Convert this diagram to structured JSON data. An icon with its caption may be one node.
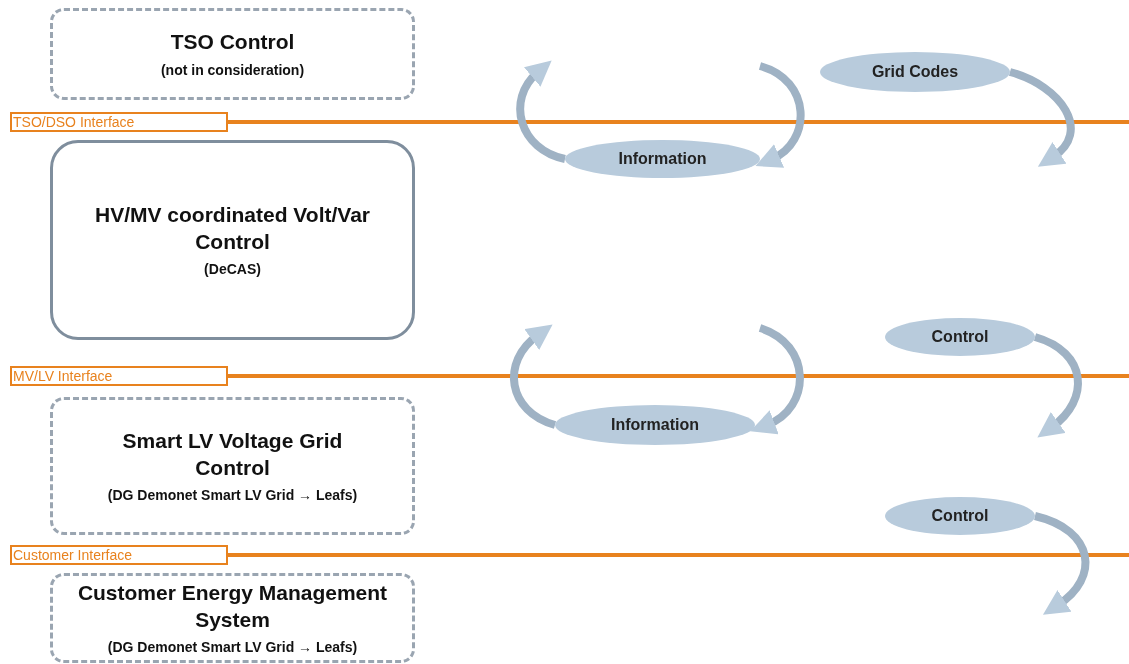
{
  "diagram": {
    "nodes": [
      {
        "text": [
          "TSO Control",
          "(not in consideration)"
        ]
      },
      {
        "text": [
          "TSO/DSO Interface"
        ]
      },
      {
        "text": [
          "HV/MV coordinated Volt/Var Control",
          "(DeCAS)"
        ]
      },
      {
        "text": [
          "MV/LV Interface"
        ]
      },
      {
        "text": [
          "Smart LV Voltage Grid Control",
          "(DG Demonet Smart LV Grid → Leafs)"
        ]
      },
      {
        "text": [
          "Customer Interface"
        ]
      },
      {
        "text": [
          "Customer Energy Management System",
          "(DG Demonet Smart LV Grid → Leafs)"
        ]
      },
      {
        "text": [
          "Information"
        ]
      },
      {
        "text": [
          "Grid Codes"
        ]
      },
      {
        "text": [
          "Information"
        ]
      },
      {
        "text": [
          "Control"
        ]
      },
      {
        "text": [
          "Control"
        ]
      }
    ],
    "edges": [
      {
        "from": 7,
        "to": null,
        "arrow": "to"
      },
      {
        "from": null,
        "to": 7,
        "arrow": "to"
      },
      {
        "from": 8,
        "to": null,
        "arrow": "to"
      },
      {
        "from": 9,
        "to": null,
        "arrow": "to"
      },
      {
        "from": null,
        "to": 9,
        "arrow": "to"
      },
      {
        "from": 10,
        "to": null,
        "arrow": "to"
      },
      {
        "from": 11,
        "to": null,
        "arrow": "to"
      }
    ]
  }
}
